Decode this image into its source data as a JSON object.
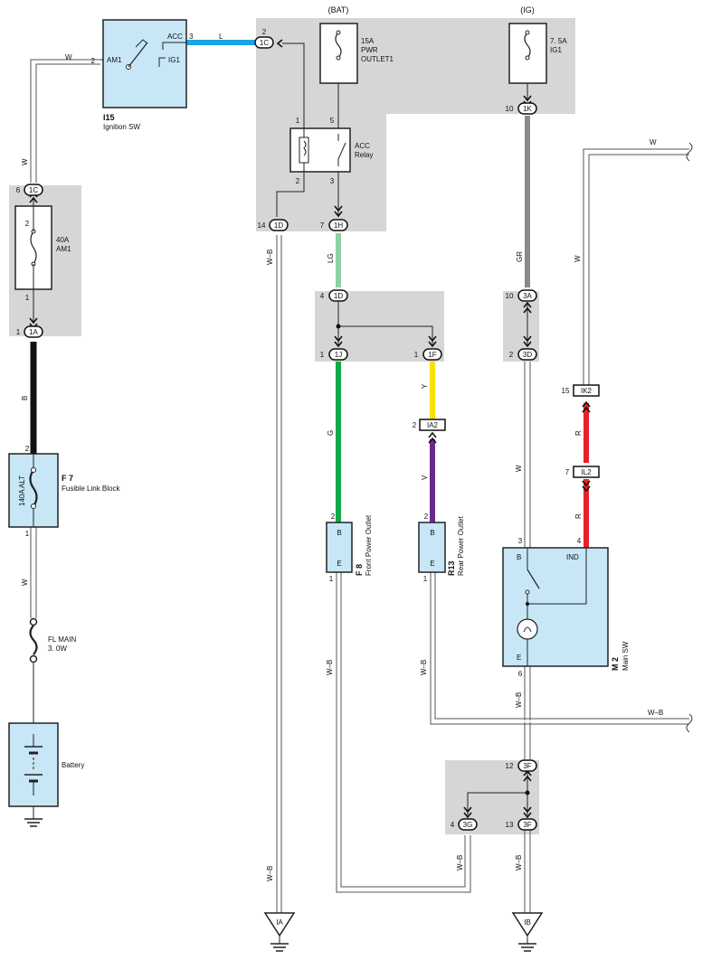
{
  "colors": {
    "blue_wire": "#1aa3e6",
    "green_wire": "#12a84a",
    "lightgreen_wire": "#8fd0a4",
    "gray_wire": "#8a8a8a",
    "yellow_wire": "#f7e10b",
    "violet_wire": "#6a2a8c",
    "red_wire": "#e8202a",
    "black_wire": "#111111",
    "component_fill": "#c7e6f6",
    "junction_shade": "#d6d6d6"
  },
  "sources": {
    "bat": "(BAT)",
    "ig": "(IG)"
  },
  "ignition_switch": {
    "code": "I15",
    "name": "Ignition SW",
    "terminal_am1": "AM1",
    "terminal_acc": "ACC",
    "terminal_ig1": "IG1",
    "pin_am1": "2",
    "pin_acc": "3"
  },
  "fuses": {
    "pwr_outlet": {
      "line1": "15A",
      "line2": "PWR",
      "line3": "OUTLET1"
    },
    "ig1": {
      "line1": "7. 5A",
      "line2": "IG1"
    },
    "am1": {
      "line1": "40A",
      "line2": "AM1"
    },
    "fl_main": {
      "line1": "FL MAIN",
      "line2": "3. 0W"
    }
  },
  "acc_relay": {
    "line1": "ACC",
    "line2": "Relay",
    "pin1": "1",
    "pin5": "5",
    "pin2": "2",
    "pin3": "3"
  },
  "fusible_link": {
    "code": "F 7",
    "name": "Fusible Link Block",
    "rating": "140A ALT",
    "pin_top": "2",
    "pin_bottom": "1"
  },
  "battery": {
    "name": "Battery"
  },
  "front_outlet": {
    "code": "F 8",
    "name": "Front Power Outlet",
    "term_b": "B",
    "term_e": "E",
    "pin_b": "2",
    "pin_e": "1"
  },
  "rear_outlet": {
    "code": "R13",
    "name": "Rear Power Outlet",
    "term_b": "B",
    "term_e": "E",
    "pin_b": "2",
    "pin_e": "1"
  },
  "main_sw": {
    "code": "M 2",
    "name": "Main SW",
    "term_b": "B",
    "term_ind": "IND",
    "term_e": "E",
    "pin_b": "3",
    "pin_ind": "4",
    "pin_e": "6"
  },
  "connectors": {
    "c1C_top": {
      "label": "1C",
      "pin": "2"
    },
    "c1C_left": {
      "label": "1C",
      "pin": "6"
    },
    "c1A": {
      "label": "1A",
      "pin": "1"
    },
    "c1K": {
      "label": "1K",
      "pin": "10"
    },
    "c1D_top": {
      "label": "1D",
      "pin": "14"
    },
    "c1H": {
      "label": "1H",
      "pin": "7"
    },
    "c1D_mid": {
      "label": "1D",
      "pin": "4"
    },
    "c1J": {
      "label": "1J",
      "pin": "1"
    },
    "c1F": {
      "label": "1F",
      "pin": "1"
    },
    "c3A": {
      "label": "3A",
      "pin": "10"
    },
    "c3D": {
      "label": "3D",
      "pin": "2"
    },
    "cIK2": {
      "label": "IK2",
      "pin": "15"
    },
    "cIL2": {
      "label": "IL2",
      "pin": "7"
    },
    "cIA2": {
      "label": "IA2",
      "pin": "2"
    },
    "c3F_top": {
      "label": "3F",
      "pin": "12"
    },
    "c3G": {
      "label": "3G",
      "pin": "4"
    },
    "c3F_bot": {
      "label": "3F",
      "pin": "13"
    }
  },
  "wire_labels": {
    "w_am1": "W",
    "l_acc": "L",
    "w_left": "W",
    "b_left": "B",
    "w_fl": "W",
    "wb_1d": "W–B",
    "lg": "LG",
    "gr": "GR",
    "w_right_top": "W",
    "w_right_vert": "W",
    "g": "G",
    "y": "Y",
    "v": "V",
    "r_upper": "R",
    "r_lower": "R",
    "w_3d": "W",
    "wb_front": "W–B",
    "wb_rear": "W–B",
    "wb_main": "W–B",
    "wb_horizontal": "W–B",
    "wb_3g": "W–B",
    "wb_3f": "W–B",
    "wb_1d_bottom": "W–B"
  },
  "grounds": {
    "ia": "IA",
    "ib": "IB"
  }
}
